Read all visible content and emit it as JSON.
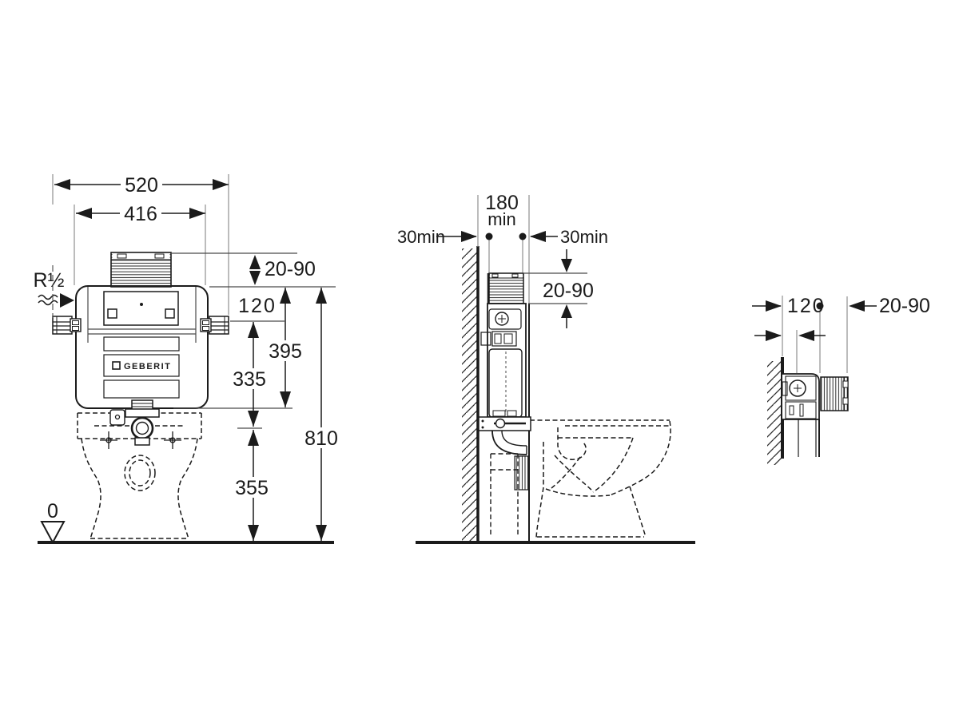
{
  "drawing": {
    "type": "technical-installation-drawing",
    "brand_logo": "GEBERIT",
    "colors": {
      "ink": "#1b1b1b",
      "thin_line": "#4a4a4a",
      "extension_line": "#8f8f8f",
      "background": "#ffffff"
    }
  },
  "front_view": {
    "dim_overall_width": "520",
    "dim_body_width": "416",
    "dim_cover_range": "20-90",
    "dim_120": "120",
    "dim_395": "395",
    "dim_335": "335",
    "dim_overall_height": "810",
    "dim_outlet_height": "355",
    "water_supply_label": "R½",
    "floor_datum": "0"
  },
  "side_view": {
    "dim_shaft_width": "180",
    "dim_shaft_width_unit": "min",
    "dim_clearance_left": "30min",
    "dim_clearance_right": "30min",
    "dim_cover_range": "20-90"
  },
  "plan_detail_view": {
    "dim_depth": "120",
    "dim_cover_range": "20-90"
  }
}
